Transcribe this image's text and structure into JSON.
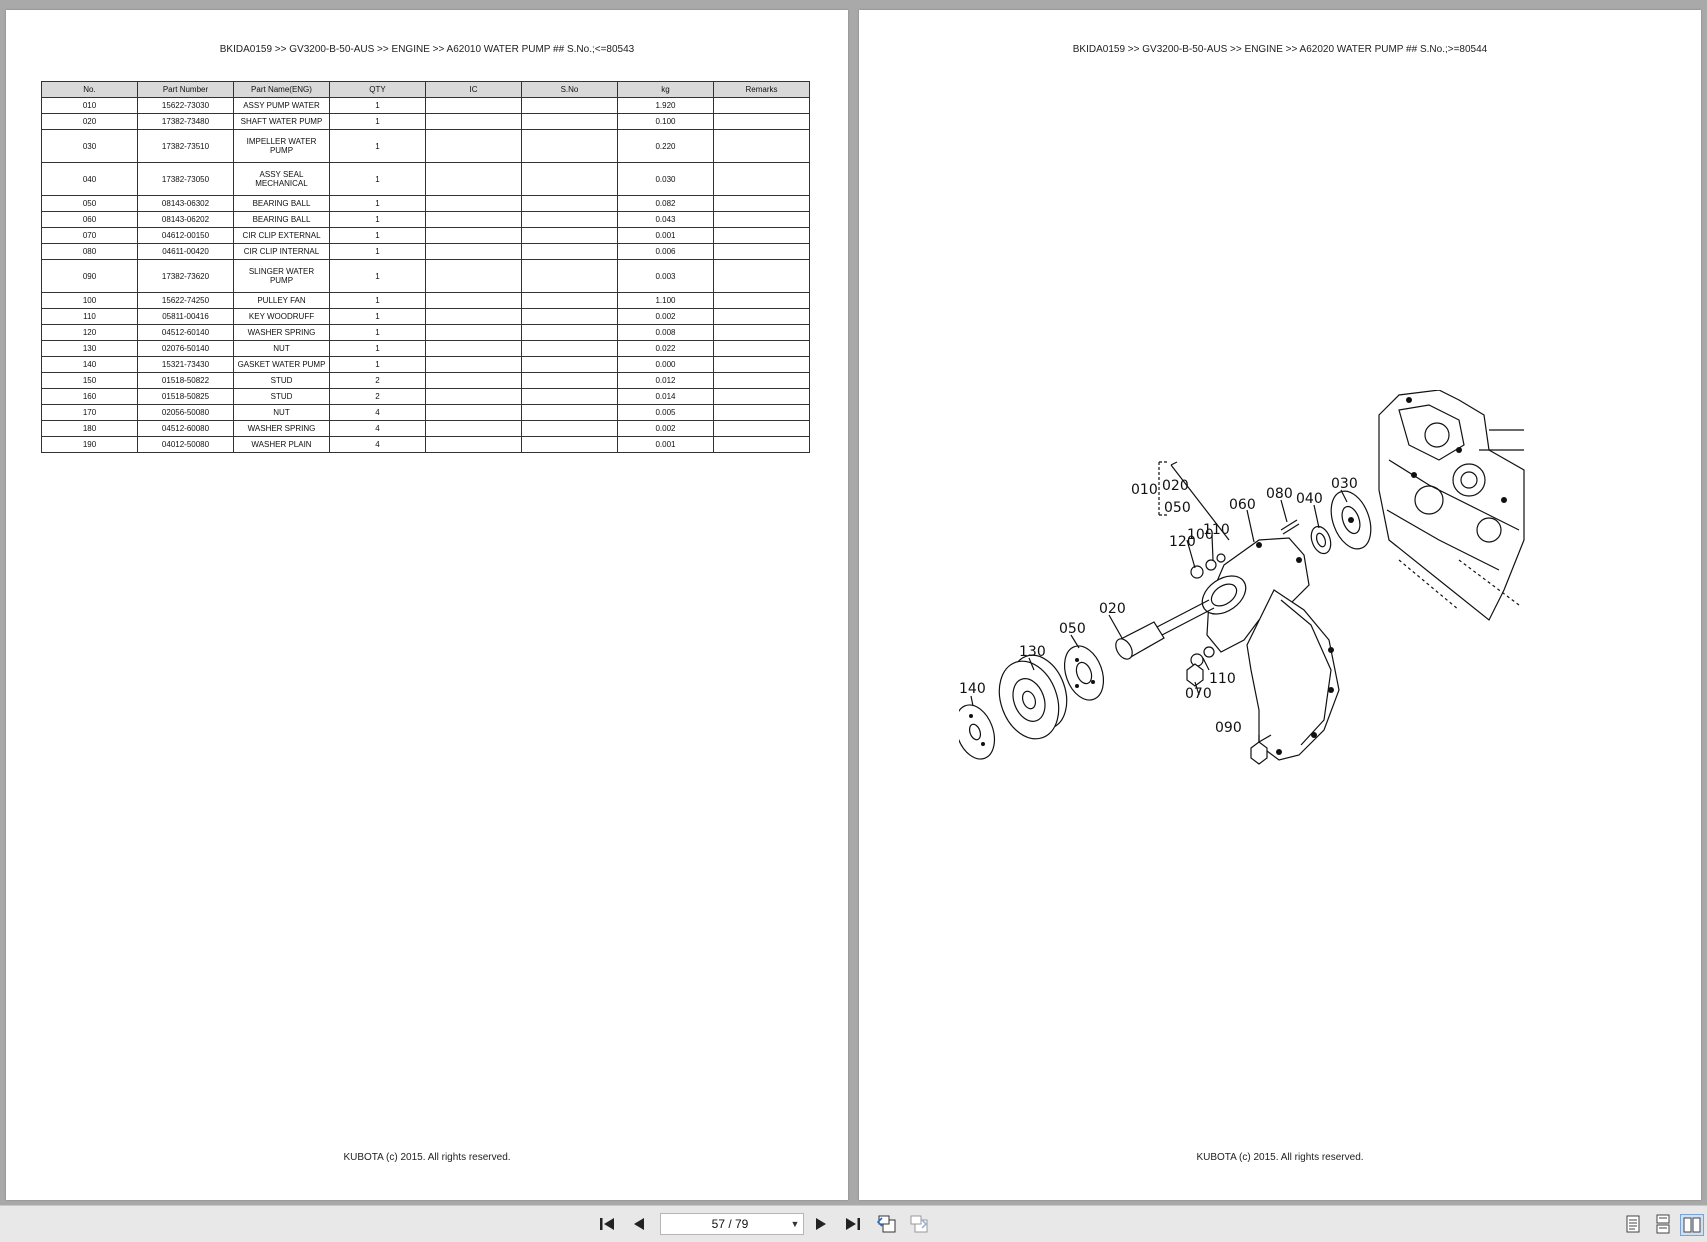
{
  "left_page": {
    "breadcrumb": "BKIDA0159 >> GV3200-B-50-AUS >> ENGINE >> A62010   WATER PUMP ## S.No.;<=80543",
    "footer": "KUBOTA (c) 2015. All rights reserved.",
    "table": {
      "headers": [
        "No.",
        "Part Number",
        "Part Name(ENG)",
        "QTY",
        "IC",
        "S.No",
        "kg",
        "Remarks"
      ],
      "rows": [
        {
          "no": "010",
          "part_number": "15622-73030",
          "name": "ASSY PUMP WATER",
          "qty": "1",
          "ic": "",
          "sno": "",
          "kg": "1.920",
          "remarks": ""
        },
        {
          "no": "020",
          "part_number": "17382-73480",
          "name": "SHAFT WATER PUMP",
          "qty": "1",
          "ic": "",
          "sno": "",
          "kg": "0.100",
          "remarks": ""
        },
        {
          "no": "030",
          "part_number": "17382-73510",
          "name": "IMPELLER WATER PUMP",
          "qty": "1",
          "ic": "",
          "sno": "",
          "kg": "0.220",
          "remarks": ""
        },
        {
          "no": "040",
          "part_number": "17382-73050",
          "name": "ASSY SEAL MECHANICAL",
          "qty": "1",
          "ic": "",
          "sno": "",
          "kg": "0.030",
          "remarks": ""
        },
        {
          "no": "050",
          "part_number": "08143-06302",
          "name": "BEARING BALL",
          "qty": "1",
          "ic": "",
          "sno": "",
          "kg": "0.082",
          "remarks": ""
        },
        {
          "no": "060",
          "part_number": "08143-06202",
          "name": "BEARING BALL",
          "qty": "1",
          "ic": "",
          "sno": "",
          "kg": "0.043",
          "remarks": ""
        },
        {
          "no": "070",
          "part_number": "04612-00150",
          "name": "CIR CLIP EXTERNAL",
          "qty": "1",
          "ic": "",
          "sno": "",
          "kg": "0.001",
          "remarks": ""
        },
        {
          "no": "080",
          "part_number": "04611-00420",
          "name": "CIR CLIP INTERNAL",
          "qty": "1",
          "ic": "",
          "sno": "",
          "kg": "0.006",
          "remarks": ""
        },
        {
          "no": "090",
          "part_number": "17382-73620",
          "name": "SLINGER WATER PUMP",
          "qty": "1",
          "ic": "",
          "sno": "",
          "kg": "0.003",
          "remarks": ""
        },
        {
          "no": "100",
          "part_number": "15622-74250",
          "name": "PULLEY FAN",
          "qty": "1",
          "ic": "",
          "sno": "",
          "kg": "1.100",
          "remarks": ""
        },
        {
          "no": "110",
          "part_number": "05811-00416",
          "name": "KEY WOODRUFF",
          "qty": "1",
          "ic": "",
          "sno": "",
          "kg": "0.002",
          "remarks": ""
        },
        {
          "no": "120",
          "part_number": "04512-60140",
          "name": "WASHER SPRING",
          "qty": "1",
          "ic": "",
          "sno": "",
          "kg": "0.008",
          "remarks": ""
        },
        {
          "no": "130",
          "part_number": "02076-50140",
          "name": "NUT",
          "qty": "1",
          "ic": "",
          "sno": "",
          "kg": "0.022",
          "remarks": ""
        },
        {
          "no": "140",
          "part_number": "15321-73430",
          "name": "GASKET WATER PUMP",
          "qty": "1",
          "ic": "",
          "sno": "",
          "kg": "0.000",
          "remarks": ""
        },
        {
          "no": "150",
          "part_number": "01518-50822",
          "name": "STUD",
          "qty": "2",
          "ic": "",
          "sno": "",
          "kg": "0.012",
          "remarks": ""
        },
        {
          "no": "160",
          "part_number": "01518-50825",
          "name": "STUD",
          "qty": "2",
          "ic": "",
          "sno": "",
          "kg": "0.014",
          "remarks": ""
        },
        {
          "no": "170",
          "part_number": "02056-50080",
          "name": "NUT",
          "qty": "4",
          "ic": "",
          "sno": "",
          "kg": "0.005",
          "remarks": ""
        },
        {
          "no": "180",
          "part_number": "04512-60080",
          "name": "WASHER SPRING",
          "qty": "4",
          "ic": "",
          "sno": "",
          "kg": "0.002",
          "remarks": ""
        },
        {
          "no": "190",
          "part_number": "04012-50080",
          "name": "WASHER PLAIN",
          "qty": "4",
          "ic": "",
          "sno": "",
          "kg": "0.001",
          "remarks": ""
        }
      ]
    }
  },
  "right_page": {
    "breadcrumb": "BKIDA0159 >> GV3200-B-50-AUS >> ENGINE >> A62020   WATER PUMP ## S.No.;>=80544",
    "footer": "KUBOTA (c) 2015. All rights reserved.",
    "diagram_labels": {
      "l010": "010",
      "l020a": "020",
      "l050a": "050",
      "l080": "080",
      "l040": "040",
      "l030": "030",
      "l060": "060",
      "l120": "120",
      "l100": "100",
      "l110a": "110",
      "l020b": "020",
      "l050b": "050",
      "l130": "130",
      "l140": "140",
      "l110b": "110",
      "l070": "070",
      "l090": "090"
    }
  },
  "toolbar": {
    "page_indicator": "57 / 79",
    "icons": [
      "first-page-icon",
      "previous-page-icon",
      "next-page-icon",
      "last-page-icon",
      "bookmark-back-icon",
      "bookmark-forward-icon",
      "single-page-view-icon",
      "continuous-view-icon",
      "two-page-view-icon"
    ]
  }
}
